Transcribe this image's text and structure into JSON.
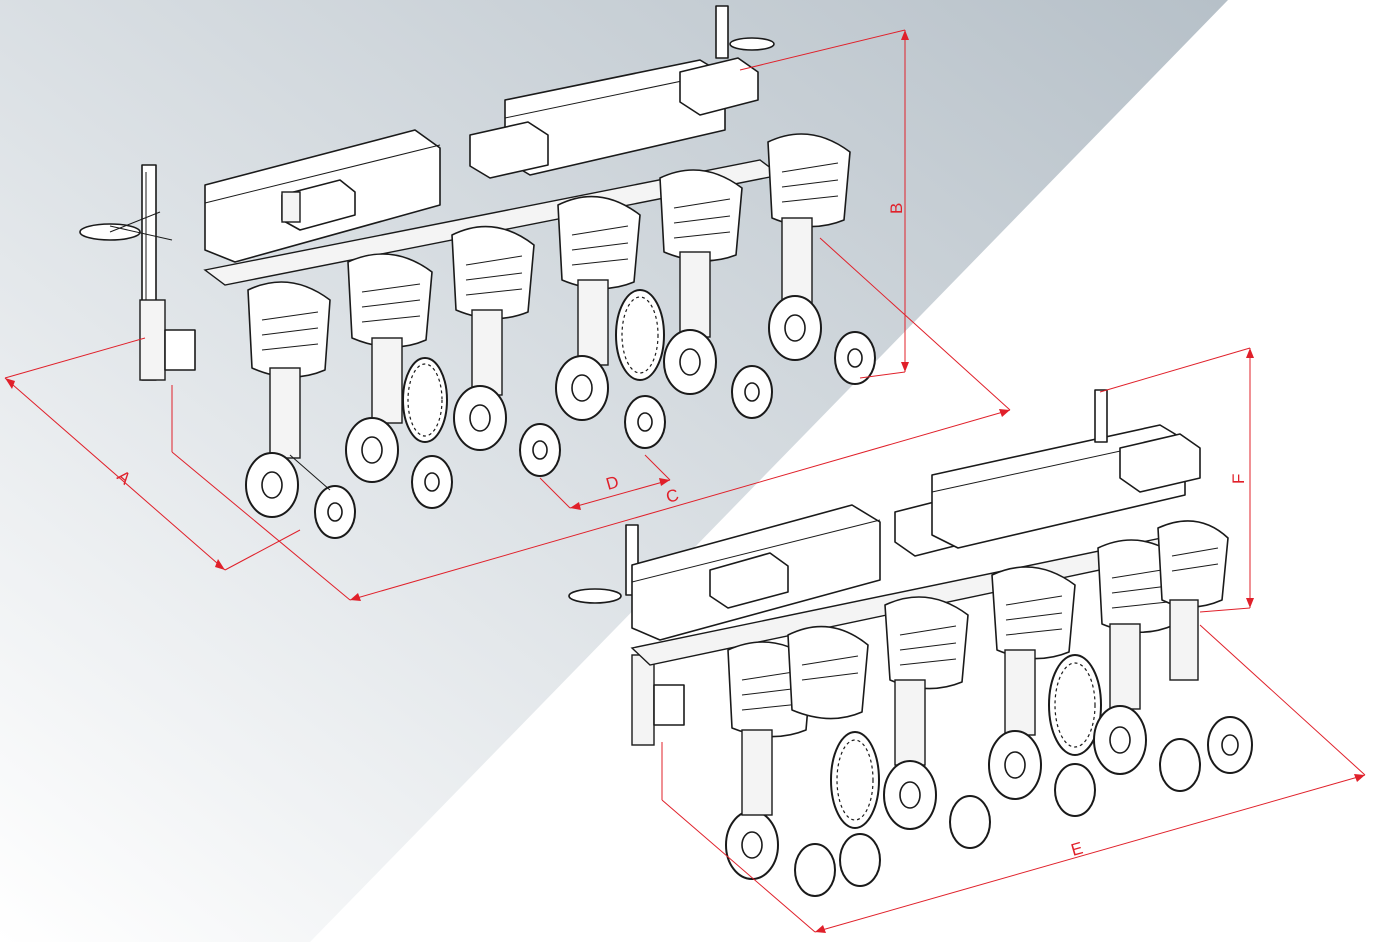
{
  "labels": {
    "A": "A",
    "B": "B",
    "C": "C",
    "D": "D",
    "E": "E",
    "F": "F"
  },
  "colors": {
    "dimension": "#e0202a",
    "line_art": "#1a1a1a",
    "gradient_dark": "#b6c0c8",
    "gradient_light": "#ffffff"
  },
  "icons": {
    "machine_top": "seed-drill-planter-rear-view",
    "machine_bottom": "seed-drill-planter-front-view"
  }
}
